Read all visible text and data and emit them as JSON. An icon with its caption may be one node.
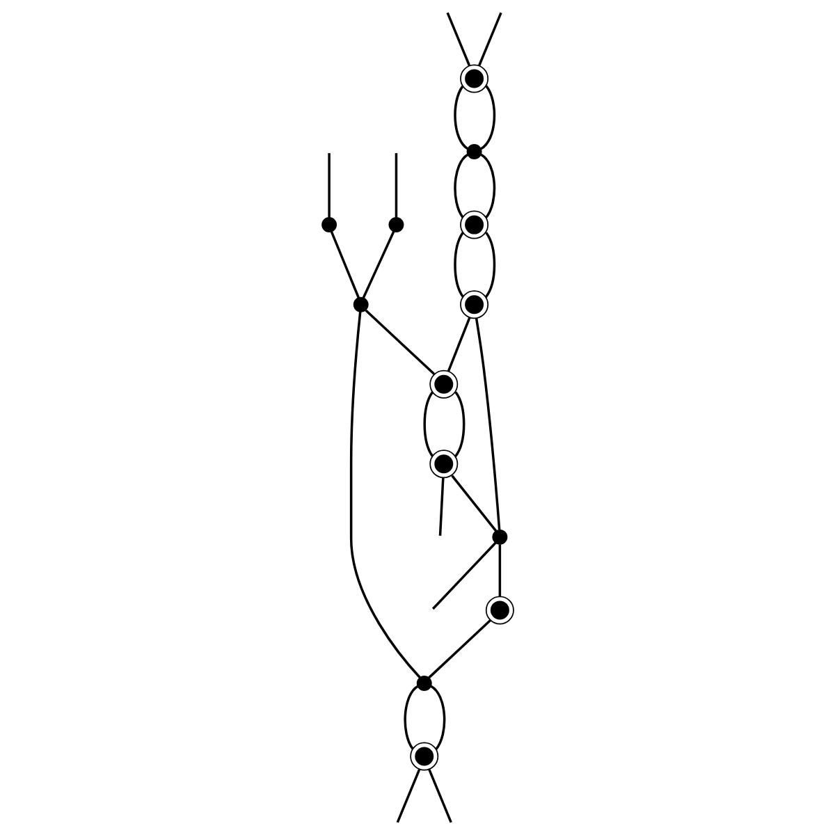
{
  "diagram": {
    "nodes": [
      {
        "text": [],
        "shape": "target"
      },
      {
        "text": [],
        "shape": "dot"
      },
      {
        "text": [],
        "shape": "dot"
      },
      {
        "text": [],
        "shape": "dot"
      },
      {
        "text": [],
        "shape": "target"
      },
      {
        "text": [],
        "shape": "target"
      },
      {
        "text": [],
        "shape": "dot"
      },
      {
        "text": [],
        "shape": "target"
      },
      {
        "text": [],
        "shape": "target"
      },
      {
        "text": [],
        "shape": "dot"
      },
      {
        "text": [],
        "shape": "target"
      },
      {
        "text": [],
        "shape": "dot"
      },
      {
        "text": [],
        "shape": "target"
      }
    ],
    "edges": [
      {
        "from": null,
        "to": 1,
        "arrow": "none"
      },
      {
        "from": 1,
        "to": 6,
        "arrow": "none"
      },
      {
        "from": 6,
        "to": 7,
        "arrow": "none"
      },
      {
        "from": 7,
        "to": 8,
        "arrow": "none"
      },
      {
        "from": 8,
        "to": null,
        "arrow": "none"
      },
      {
        "from": null,
        "to": 3,
        "arrow": "none"
      },
      {
        "from": 3,
        "to": 6,
        "arrow": "none"
      },
      {
        "from": 6,
        "to": 11,
        "arrow": "none"
      },
      {
        "from": 11,
        "to": 12,
        "arrow": "none"
      },
      {
        "from": 12,
        "to": null,
        "arrow": "none"
      },
      {
        "from": null,
        "to": 0,
        "arrow": "none"
      },
      {
        "from": 0,
        "to": 2,
        "arrow": "none"
      },
      {
        "from": 2,
        "to": 4,
        "arrow": "none"
      },
      {
        "from": 4,
        "to": 5,
        "arrow": "none"
      },
      {
        "from": 5,
        "to": 7,
        "arrow": "none"
      },
      {
        "from": 7,
        "to": 8,
        "arrow": "none"
      },
      {
        "from": 8,
        "to": 9,
        "arrow": "none"
      },
      {
        "from": 9,
        "to": 10,
        "arrow": "none"
      },
      {
        "from": 10,
        "to": 11,
        "arrow": "none"
      },
      {
        "from": 11,
        "to": 12,
        "arrow": "none"
      },
      {
        "from": 12,
        "to": null,
        "arrow": "none"
      },
      {
        "from": null,
        "to": 0,
        "arrow": "none"
      },
      {
        "from": 0,
        "to": 2,
        "arrow": "none"
      },
      {
        "from": 2,
        "to": 4,
        "arrow": "none"
      },
      {
        "from": 4,
        "to": 5,
        "arrow": "none"
      },
      {
        "from": 5,
        "to": 9,
        "arrow": "none"
      },
      {
        "from": 9,
        "to": null,
        "arrow": "none"
      }
    ]
  }
}
